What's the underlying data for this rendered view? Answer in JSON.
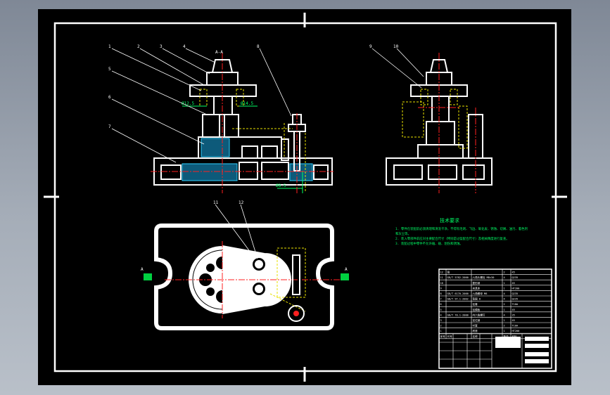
{
  "colors": {
    "background": "#000000",
    "outline": "#ffffff",
    "centerline": "#ff2020",
    "hidden": "#e8e000",
    "dimension": "#00ff66",
    "hatch": "#30d0ff",
    "leader": "#ffffff"
  },
  "balloons": [
    "1",
    "2",
    "3",
    "4",
    "5",
    "6",
    "7",
    "8",
    "9",
    "10",
    "11",
    "12"
  ],
  "section_label": "A-A",
  "arrow_labels": [
    "A",
    "A"
  ],
  "dimension_texts": [
    "Ø12.5",
    "Ø14.5",
    "Ø8.5"
  ],
  "tech_notes": {
    "title": "技术要求",
    "lines": [
      "1. 零件在装配前必须清理和清洗干净，不得有毛刺、飞边、氧化皮、锈蚀、切屑、油污、着色剂",
      "   和灰尘等。",
      "2. 装入零部件前应对主要配合尺寸（特别是过盈配合尺寸）及相关精度进行复查。",
      "3. 装配过程中零件不允许磕、碰、划伤和锈蚀。"
    ]
  },
  "title_block": {
    "rows": [
      [
        "12",
        "销",
        "",
        "2",
        "45"
      ],
      [
        "11",
        "GB/T 5782-2000",
        "六角头螺栓 M8×30",
        "4",
        "Q235"
      ],
      [
        "10",
        "",
        "菱形销",
        "1",
        "45"
      ],
      [
        "9",
        "",
        "夹具体",
        "1",
        "HT200"
      ],
      [
        "8",
        "GB/T 6170-2000",
        "六角螺母 M8",
        "4",
        "Q235"
      ],
      [
        "7",
        "GB/T 97.1-2002",
        "垫圈 8",
        "4",
        "Q235"
      ],
      [
        "6",
        "",
        "钻套",
        "2",
        "T10A"
      ],
      [
        "5",
        "",
        "钻模板",
        "1",
        "45"
      ],
      [
        "4",
        "GB/T 70.1-2000",
        "内六角螺钉",
        "4",
        "35"
      ],
      [
        "3",
        "",
        "定位销",
        "1",
        "45"
      ],
      [
        "2",
        "",
        "衬套",
        "2",
        "T10A"
      ],
      [
        "1",
        "",
        "底座",
        "1",
        "HT200"
      ]
    ],
    "header": [
      "序号",
      "代号",
      "名称",
      "数量",
      "材料"
    ]
  }
}
